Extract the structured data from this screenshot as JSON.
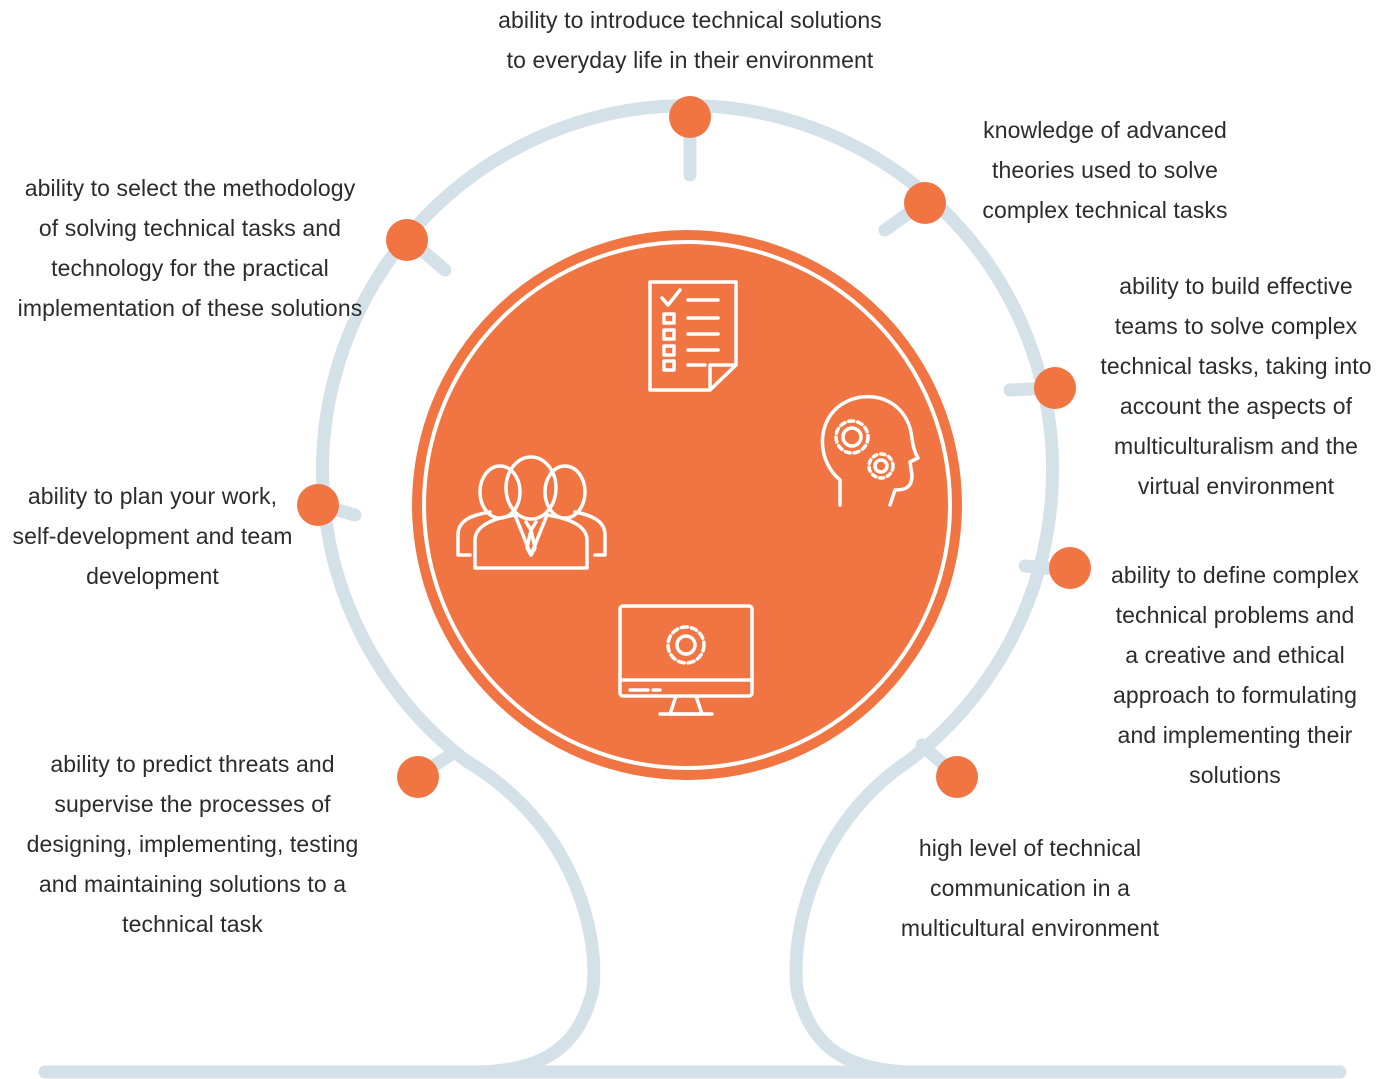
{
  "colors": {
    "accent": "#f07542",
    "track": "#d5e1e8",
    "icon_stroke": "#ffffff",
    "text": "#2b2b2b"
  },
  "center_icons": [
    "checklist-icon",
    "head-gears-icon",
    "team-icon",
    "monitor-gear-icon"
  ],
  "labels": {
    "top": "ability to introduce technical solutions\nto everyday life in their environment",
    "top_right": "knowledge of advanced\ntheories used to solve\ncomplex technical tasks",
    "right_upper": "ability to build effective\nteams to solve complex\ntechnical tasks, taking into\naccount the aspects of\nmulticulturalism and the\nvirtual environment",
    "right_lower": "ability to define complex\ntechnical problems and\na creative and ethical\napproach to formulating\nand implementing their\nsolutions",
    "bottom_right": "high level of technical\ncommunication in a\nmulticultural environment",
    "top_left": "ability to select the methodology\nof solving technical tasks and\ntechnology for the practical\nimplementation of these solutions",
    "left": "ability to plan your work,\nself-development and team\ndevelopment",
    "bottom_left": "ability to predict threats and\nsupervise the processes of\ndesigning, implementing, testing\nand maintaining solutions to a\ntechnical task"
  }
}
